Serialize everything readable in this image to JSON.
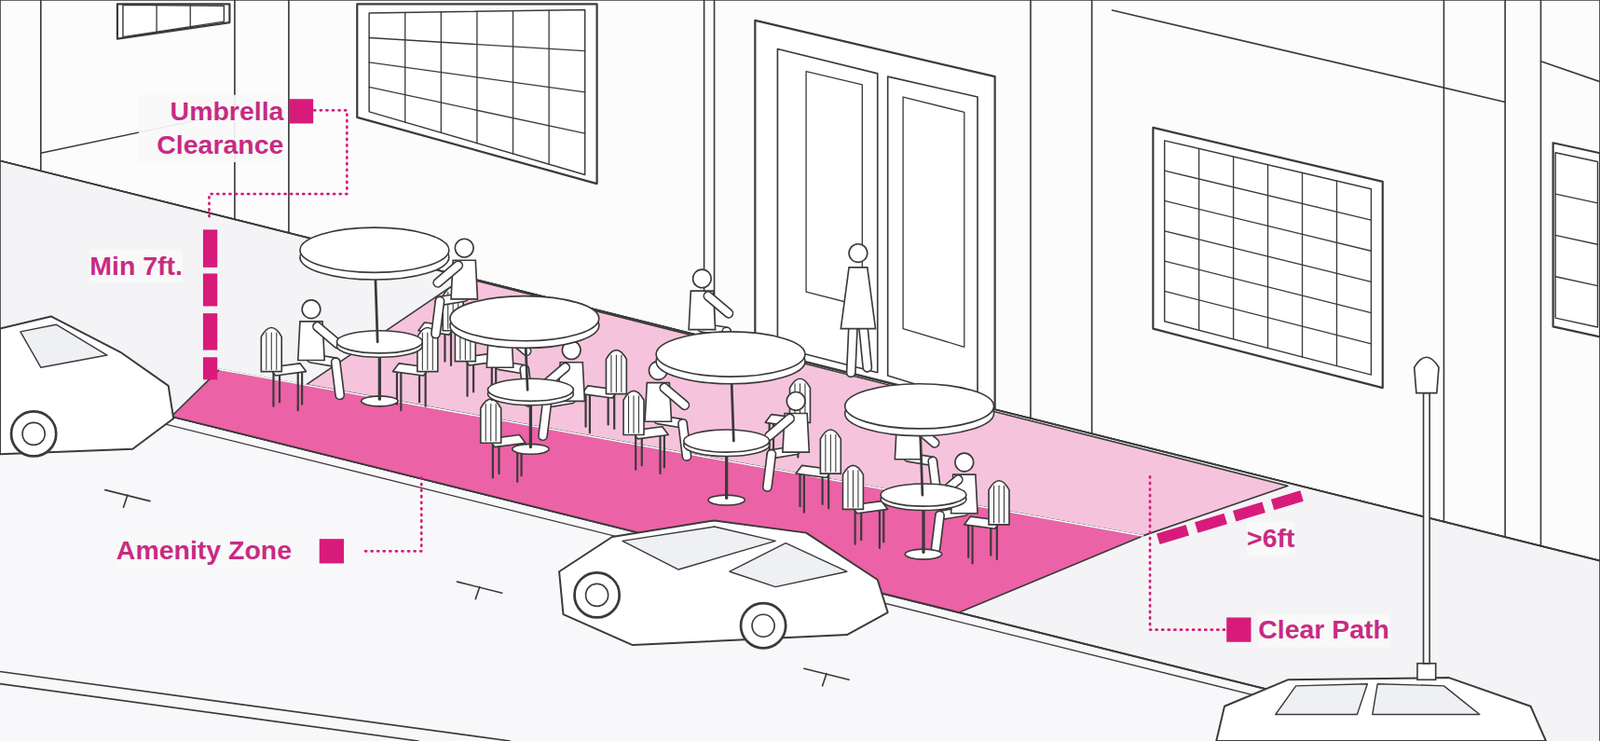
{
  "diagram": {
    "labels": [
      "Umbrella Clearance",
      "Min 7ft.",
      "Amenity Zone",
      ">6ft",
      "Clear Path"
    ]
  }
}
